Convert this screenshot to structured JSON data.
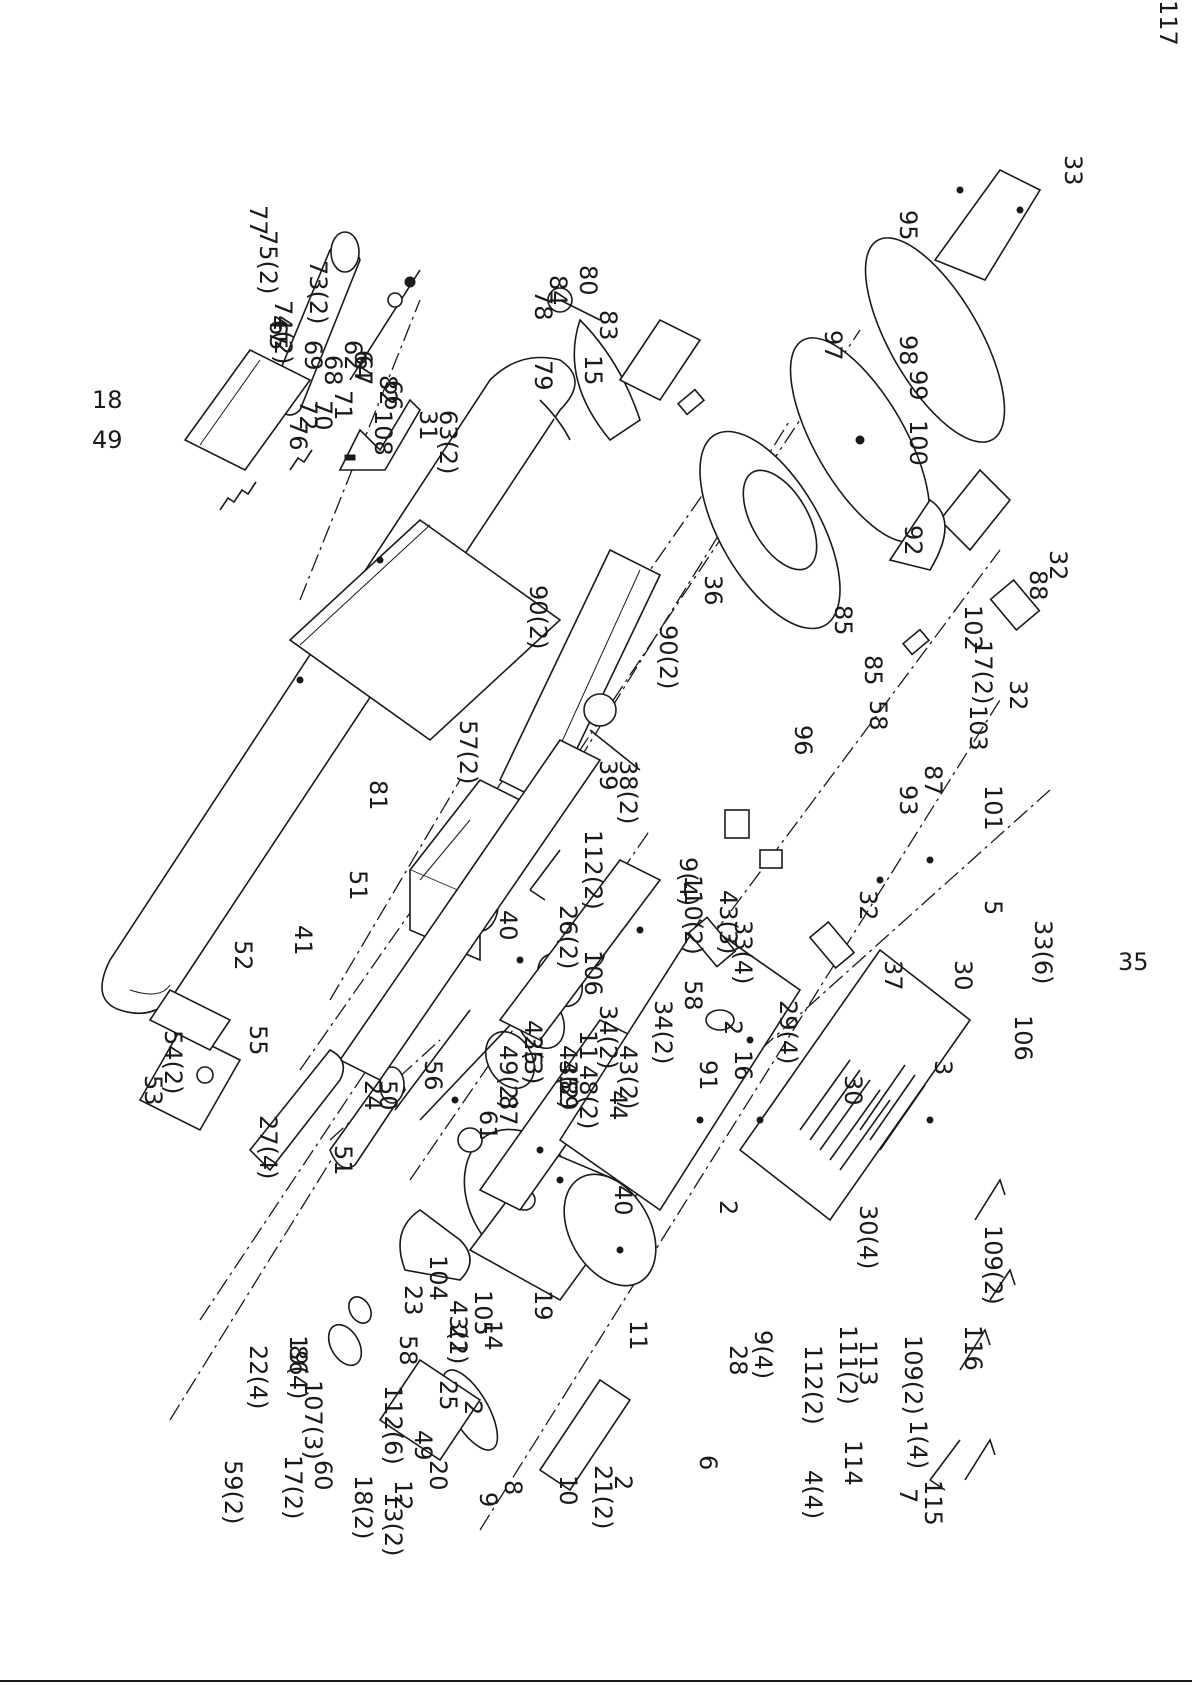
{
  "figure": {
    "side_marks": [
      "18",
      "49",
      "35"
    ],
    "part_labels": [
      "1(4)",
      "2",
      "2",
      "2",
      "2",
      "3",
      "4(4)",
      "5",
      "6",
      "7",
      "8",
      "9",
      "9(4)",
      "9(4)",
      "10",
      "11",
      "11",
      "12",
      "13(2)",
      "14",
      "15",
      "16",
      "17(2)",
      "17(2)",
      "18(2)",
      "19",
      "19(4)",
      "20",
      "21",
      "21(2)",
      "22(4)",
      "23",
      "24",
      "25",
      "26(2)",
      "27(4)",
      "28",
      "29(4)",
      "30",
      "30",
      "30(4)",
      "31",
      "32",
      "32",
      "32",
      "33",
      "33(4)",
      "33(6)",
      "34(2)",
      "34(2)",
      "35",
      "36",
      "37",
      "38(2)",
      "39",
      "40",
      "40",
      "41",
      "42(3)",
      "43(2)",
      "43(2)",
      "43(3)",
      "43(2)",
      "44",
      "45",
      "47",
      "48(2)",
      "49",
      "49(2)",
      "50",
      "51",
      "51",
      "52",
      "53",
      "54(2)",
      "55",
      "56",
      "57(2)",
      "58",
      "58",
      "58",
      "59(2)",
      "60",
      "61",
      "62",
      "63(2)",
      "64",
      "65",
      "66",
      "67",
      "68",
      "69",
      "70",
      "71",
      "72",
      "73(2)",
      "74(2)",
      "75(2)",
      "76",
      "77",
      "78",
      "79",
      "80",
      "81",
      "82",
      "83",
      "84",
      "85",
      "85",
      "86",
      "87",
      "87",
      "88",
      "89",
      "90(2)",
      "90(2)",
      "91",
      "92",
      "93",
      "95",
      "96",
      "97",
      "98",
      "99",
      "100",
      "101",
      "102",
      "103",
      "104",
      "105",
      "106",
      "106",
      "107(3)",
      "108",
      "109(2)",
      "109(2)",
      "110(2)",
      "111(2)",
      "112(2)",
      "112(2)",
      "112(6)",
      "113",
      "114",
      "115",
      "116",
      "117"
    ]
  }
}
